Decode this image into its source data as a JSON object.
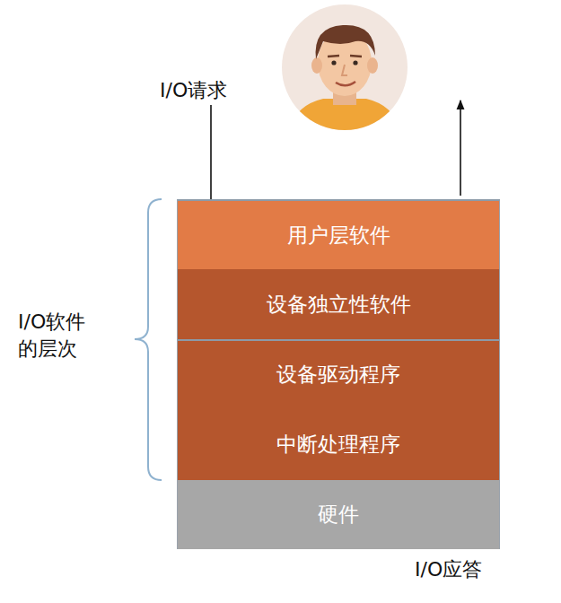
{
  "diagram": {
    "nodes": [
      {
        "text": [
          "用户层软件"
        ]
      },
      {
        "text": [
          "设备独立性软件"
        ]
      },
      {
        "text": [
          "设备驱动程序"
        ]
      },
      {
        "text": [
          "中断处理程序"
        ]
      },
      {
        "text": [
          "硬件"
        ]
      }
    ],
    "labels": [
      "I/O请求",
      "I/O应答",
      "I/O软件 的层次"
    ]
  }
}
